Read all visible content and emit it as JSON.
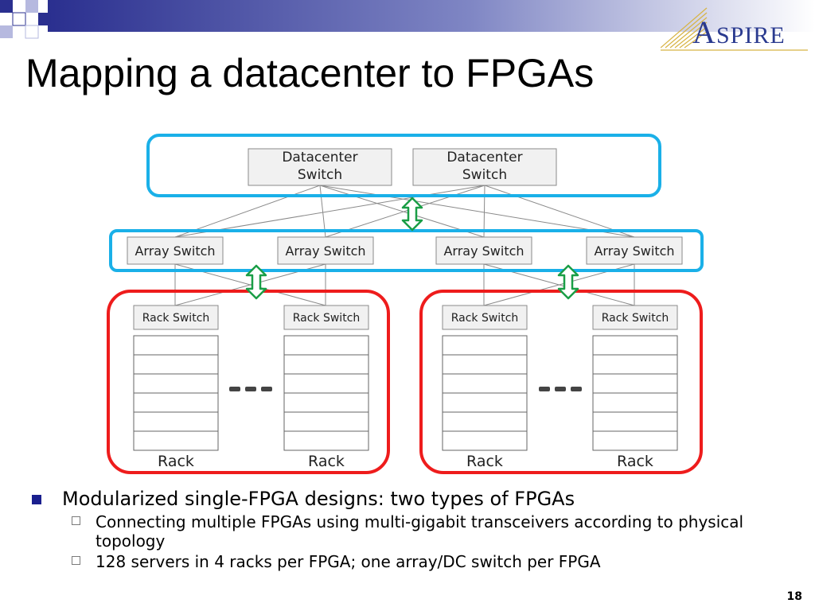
{
  "slide": {
    "title": "Mapping a datacenter to FPGAs",
    "logo_text": "ASPIRE",
    "page_number": "18"
  },
  "diagram": {
    "datacenter_switches": [
      "Datacenter Switch",
      "Datacenter Switch"
    ],
    "array_switches": [
      "Array Switch",
      "Array Switch",
      "Array Switch",
      "Array Switch"
    ],
    "rack_switches": [
      "Rack Switch",
      "Rack Switch",
      "Rack Switch",
      "Rack Switch"
    ],
    "rack_labels": [
      "Rack",
      "Rack",
      "Rack",
      "Rack"
    ],
    "colors": {
      "blue_group": "#1ab0e8",
      "red_group": "#ee1c1c",
      "arrow": "#1a9e46",
      "box_fill": "#f1f1f1",
      "box_stroke": "#8a8a8a"
    }
  },
  "bullets": [
    {
      "text": "Modularized single-FPGA designs: two types of FPGAs",
      "sub": [
        "Connecting multiple FPGAs using multi-gigabit transceivers according to physical topology",
        "128 servers in 4 racks per FPGA; one array/DC switch per FPGA"
      ]
    }
  ]
}
